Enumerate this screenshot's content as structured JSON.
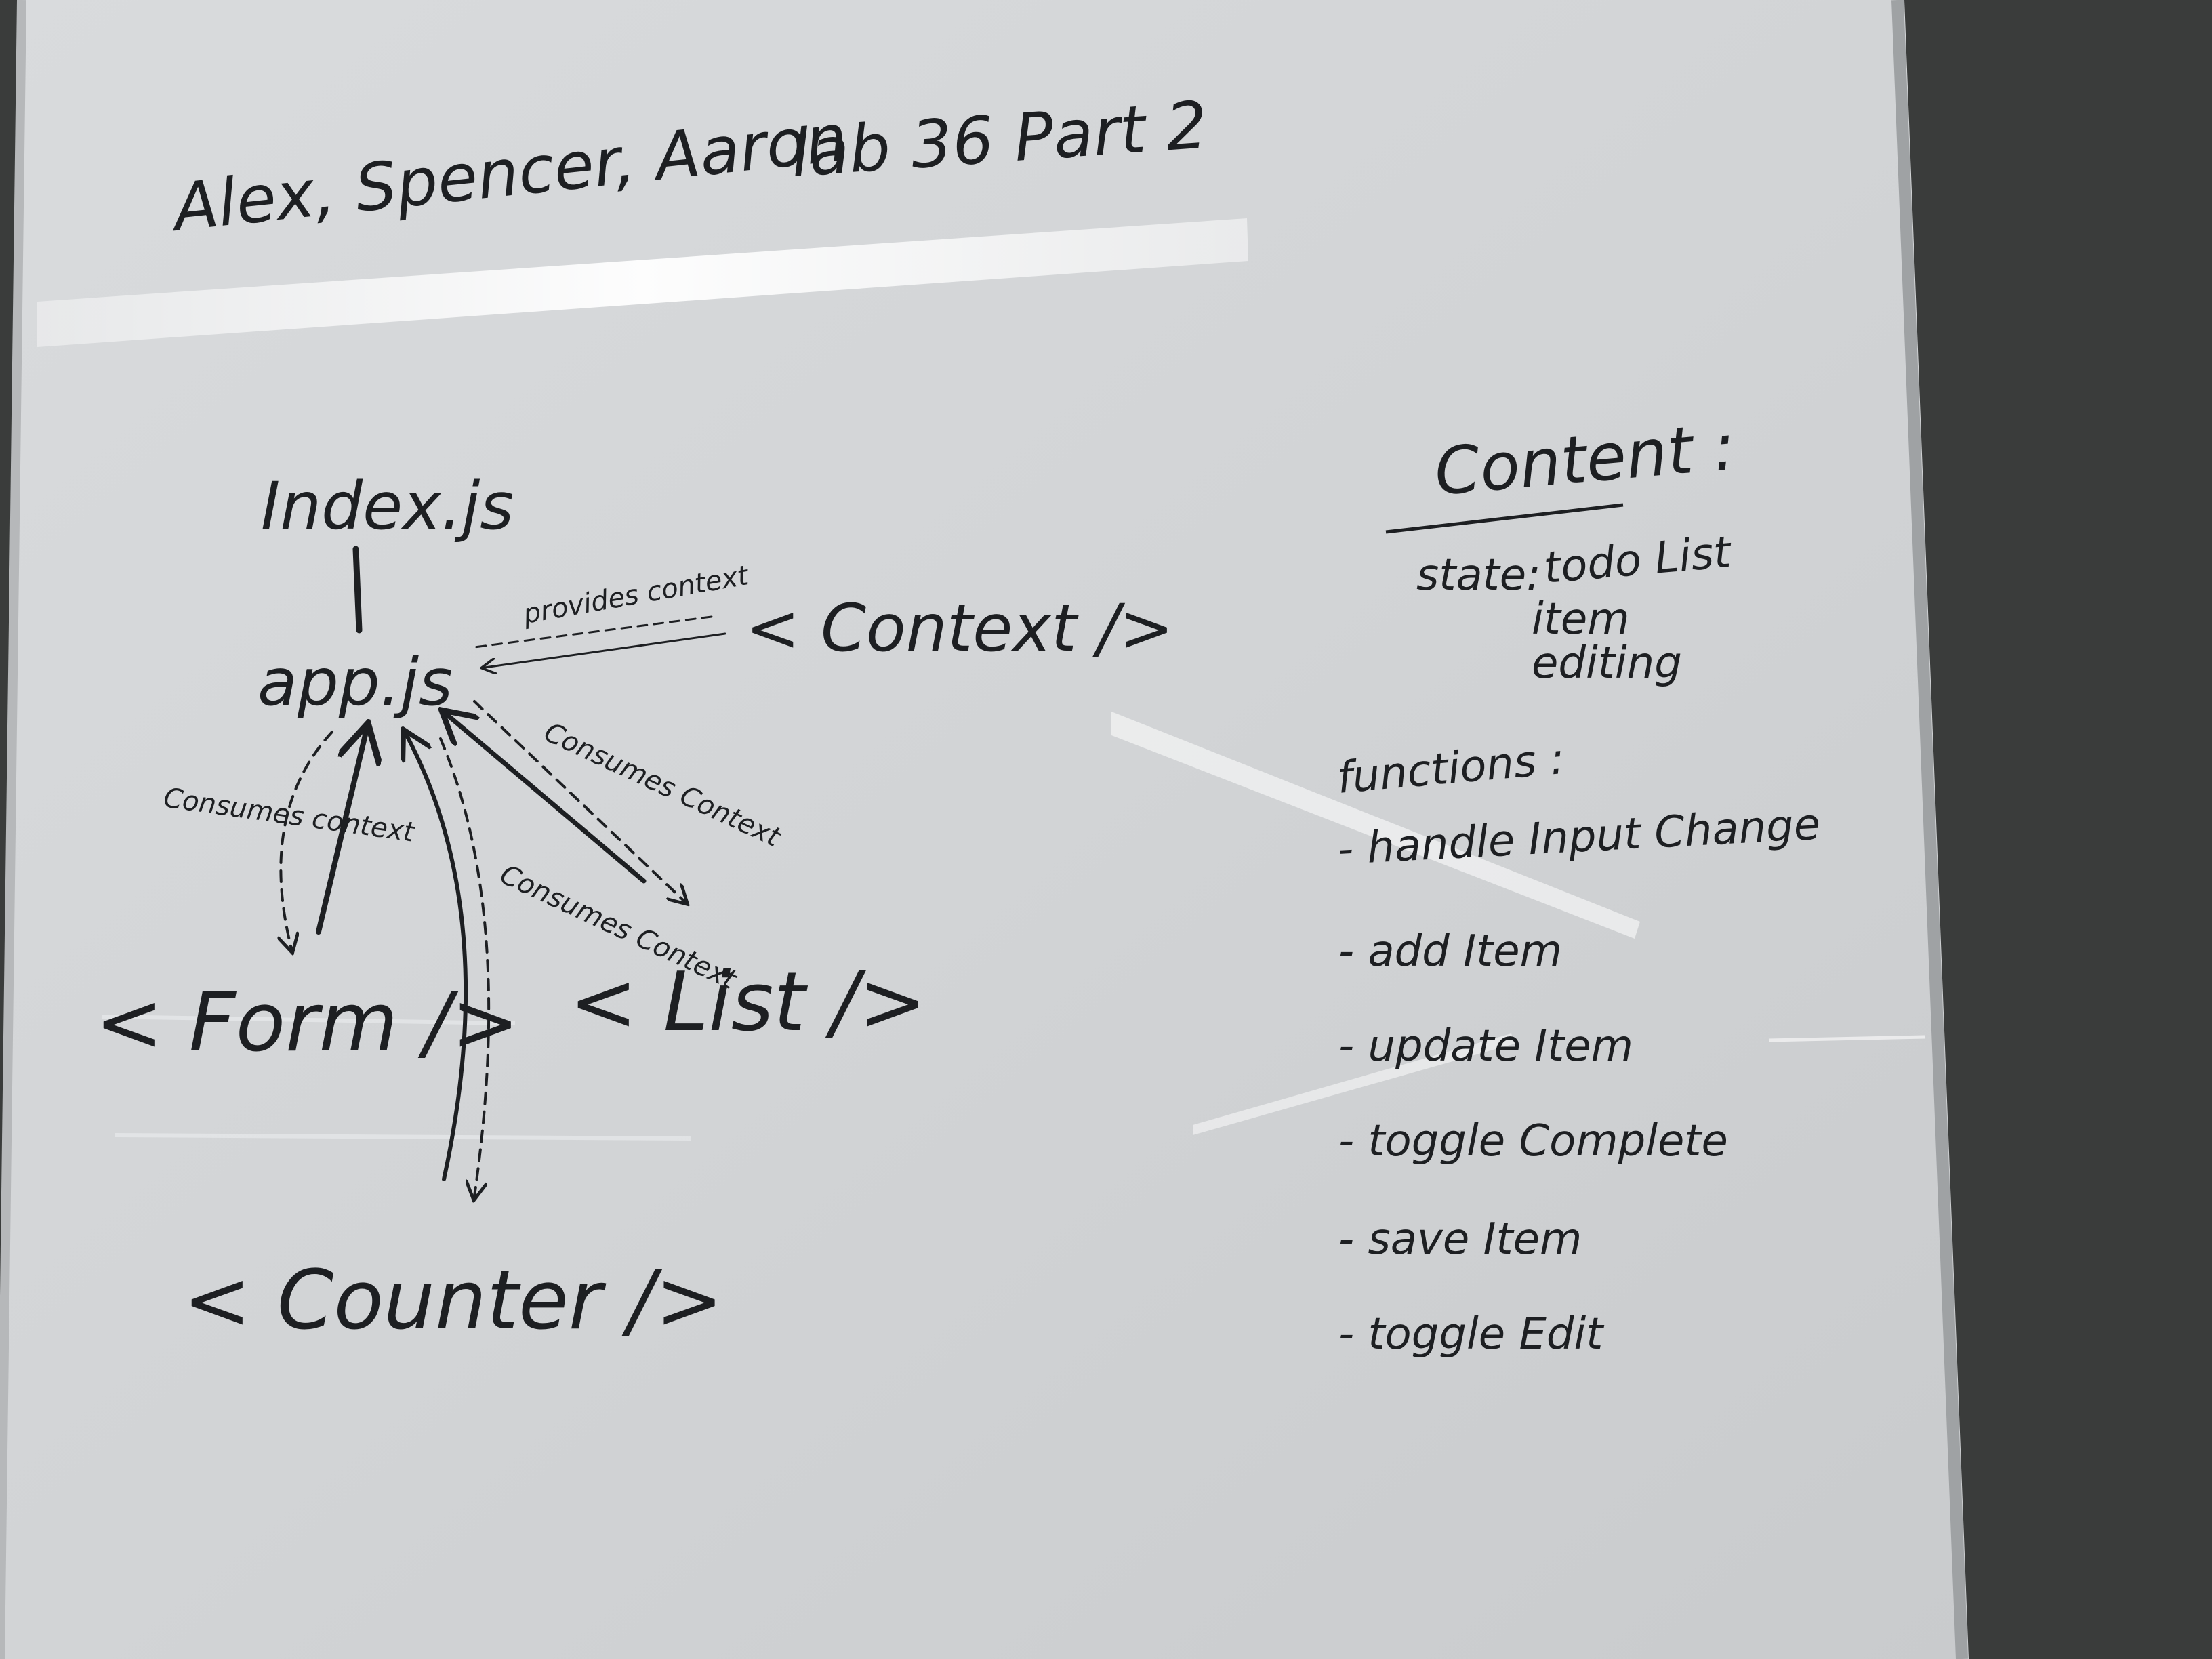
{
  "header": {
    "names": "Alex, Spencer, Aaron",
    "lab": "lab 36 Part 2"
  },
  "diagram": {
    "index": "Index.js",
    "app": "app.js",
    "context": "< Context />",
    "form": "< Form />",
    "list": "< List />",
    "counter": "< Counter />",
    "provides": "provides context",
    "consumes_form": "Consumes context",
    "consumes_counter": "Consumes Context",
    "consumes_list": "Consumes Context"
  },
  "notes": {
    "title": "Content :",
    "state_label": "state:",
    "state_items": [
      "todo List",
      "item",
      "editing"
    ],
    "functions_title": "functions :",
    "functions": [
      "- handle Input Change",
      "- add Item",
      "- update Item",
      "- toggle Complete",
      "- save Item",
      "- toggle Edit"
    ]
  }
}
